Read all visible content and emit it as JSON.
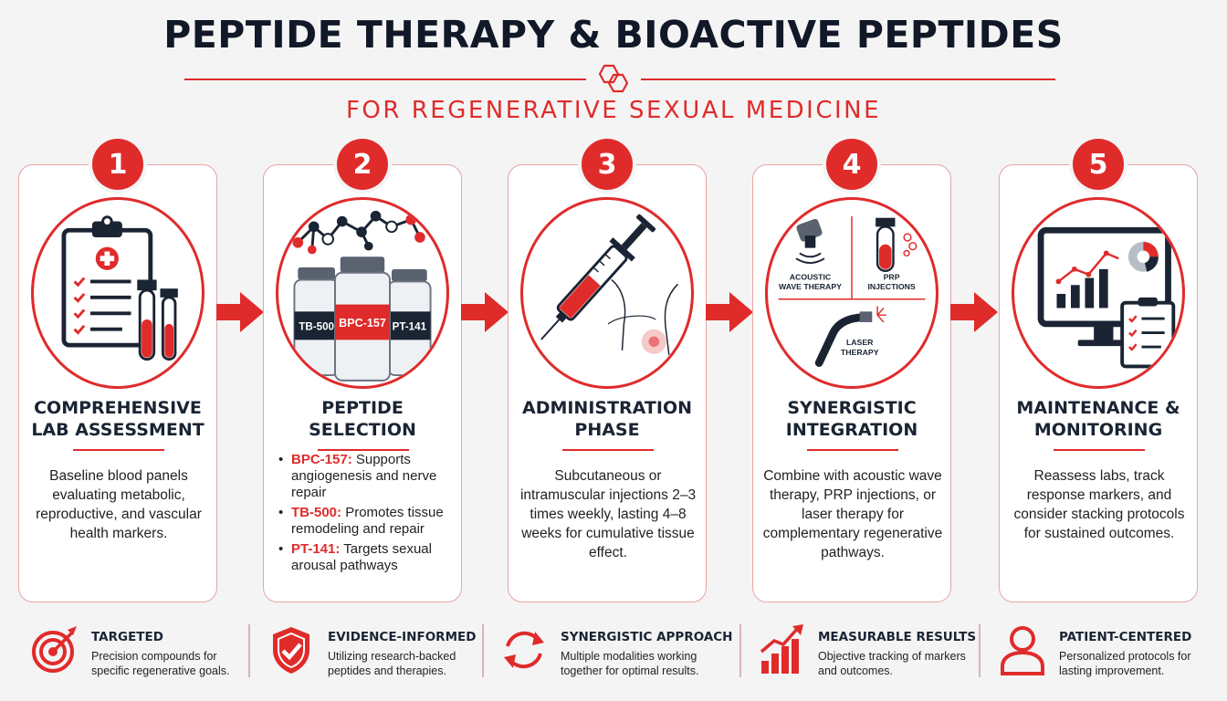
{
  "header": {
    "title": "PEPTIDE THERAPY & BIOACTIVE PEPTIDES",
    "subtitle": "FOR REGENERATIVE SEXUAL MEDICINE"
  },
  "colors": {
    "accent": "#e02b2b",
    "navy": "#1a2433",
    "background": "#f4f4f4"
  },
  "steps": [
    {
      "number": "1",
      "title_lines": [
        "COMPREHENSIVE",
        "LAB ASSESSMENT"
      ],
      "description": "Baseline blood panels evaluating metabolic, reproductive, and vascular health markers.",
      "icon": "clipboard-blood-tubes-icon"
    },
    {
      "number": "2",
      "title_lines": [
        "PEPTIDE",
        "SELECTION"
      ],
      "vial_labels": [
        "TB-500",
        "BPC-157",
        "PT-141"
      ],
      "bullets": [
        {
          "name": "BPC-157:",
          "text": "Supports angiogenesis and nerve repair"
        },
        {
          "name": "TB-500:",
          "text": "Promotes tissue remodeling and repair"
        },
        {
          "name": "PT-141:",
          "text": "Targets sexual arousal pathways"
        }
      ],
      "icon": "peptide-vials-icon"
    },
    {
      "number": "3",
      "title_lines": [
        "ADMINISTRATION",
        "PHASE"
      ],
      "description": "Subcutaneous or intramuscular injections 2–3 times weekly, lasting 4–8 weeks for cumulative tissue effect.",
      "icon": "syringe-injection-icon"
    },
    {
      "number": "4",
      "title_lines": [
        "SYNERGISTIC",
        "INTEGRATION"
      ],
      "description": "Combine with acoustic wave therapy, PRP injections, or laser therapy for complementary regenerative pathways.",
      "labels": {
        "acoustic": [
          "ACOUSTIC",
          "WAVE THERAPY"
        ],
        "prp": [
          "PRP",
          "INJECTIONS"
        ],
        "laser": [
          "LASER",
          "THERAPY"
        ]
      },
      "icon": "combined-therapies-icon"
    },
    {
      "number": "5",
      "title_lines": [
        "MAINTENANCE &",
        "MONITORING"
      ],
      "description": "Reassess labs, track response markers, and consider stacking protocols for sustained outcomes.",
      "icon": "monitor-chart-checklist-icon"
    }
  ],
  "footer": [
    {
      "title": "TARGETED",
      "description": "Precision compounds for specific regenerative goals.",
      "icon": "target-icon"
    },
    {
      "title": "EVIDENCE-INFORMED",
      "description": "Utilizing research-backed peptides and therapies.",
      "icon": "shield-check-icon"
    },
    {
      "title": "SYNERGISTIC APPROACH",
      "description": "Multiple modalities working together for optimal results.",
      "icon": "cycle-arrows-icon"
    },
    {
      "title": "MEASURABLE RESULTS",
      "description": "Objective tracking of markers and outcomes.",
      "icon": "bar-chart-up-icon"
    },
    {
      "title": "PATIENT-CENTERED",
      "description": "Personalized protocols for lasting improvement.",
      "icon": "person-icon"
    }
  ]
}
